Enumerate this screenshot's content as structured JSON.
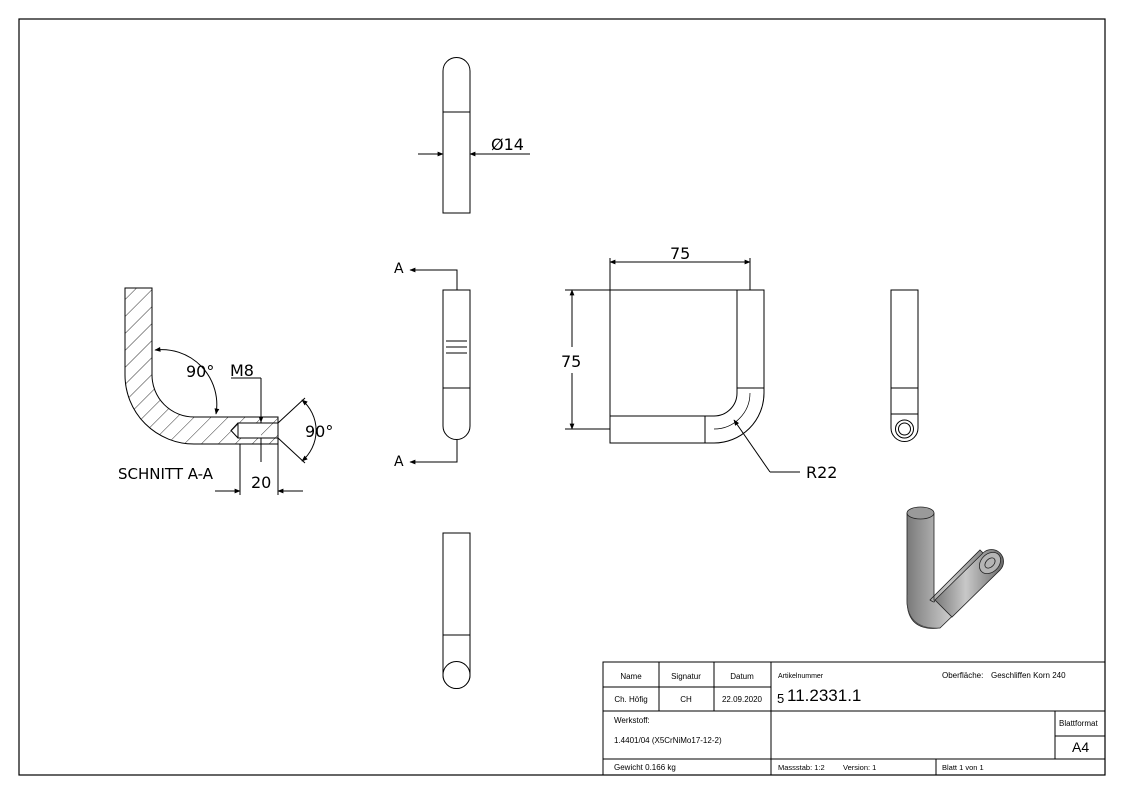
{
  "views": {
    "top": {
      "diameter_label": "Ø14"
    },
    "section": {
      "angle_inner": "90°",
      "thread": "M8",
      "angle_chamfer": "90°",
      "depth": "20",
      "caption": "SCHNITT A-A",
      "section_letter_top": "A",
      "section_letter_bottom": "A"
    },
    "front": {
      "width": "75",
      "height": "75",
      "radius": "R22"
    }
  },
  "title_block": {
    "name_label": "Name",
    "signatur_label": "Signatur",
    "datum_label": "Datum",
    "name_value": "Ch. Höfig",
    "signatur_value": "CH",
    "datum_value": "22.09.2020",
    "artikel_label": "Artikelnummer",
    "artikel_prefix": "5",
    "artikel_value": "11.2331.1",
    "oberflaeche_label": "Oberfläche:",
    "oberflaeche_value": "Geschliffen Korn 240",
    "werkstoff_label": "Werkstoff:",
    "werkstoff_value": "1.4401/04 (X5CrNiMo17-12-2)",
    "blattformat_label": "Blattformat",
    "blattformat_value": "A4",
    "gewicht": "Gewicht 0.166 kg",
    "massstab": "Massstab: 1:2",
    "version": "Version: 1",
    "blatt": "Blatt 1 von 1"
  }
}
